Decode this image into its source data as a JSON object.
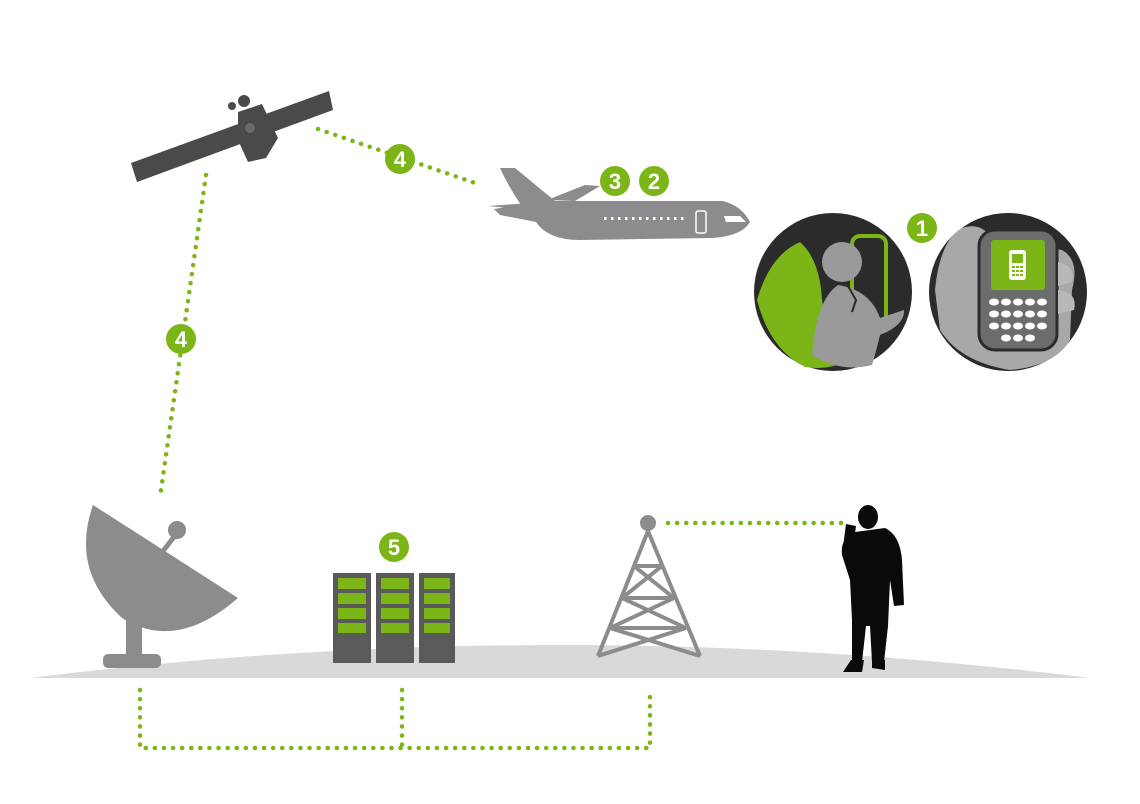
{
  "colors": {
    "accent_green": "#7cb518",
    "device_gray": "#8c8c8e",
    "dark_gray": "#3f3f40",
    "ground_gray": "#d9d9da",
    "person_black": "#0a0a0a",
    "badge_text": "#ffffff"
  },
  "steps": {
    "handset": "1",
    "aircraft_a": "2",
    "aircraft_b": "3",
    "satellite_link": "4",
    "ground_link": "4",
    "servers": "5"
  },
  "icons": [
    "satellite-icon",
    "airplane-icon",
    "passenger-phone-call-icon",
    "mobile-phone-icon",
    "satellite-dish-icon",
    "server-rack-icon",
    "cell-tower-icon",
    "standing-man-phone-icon"
  ]
}
